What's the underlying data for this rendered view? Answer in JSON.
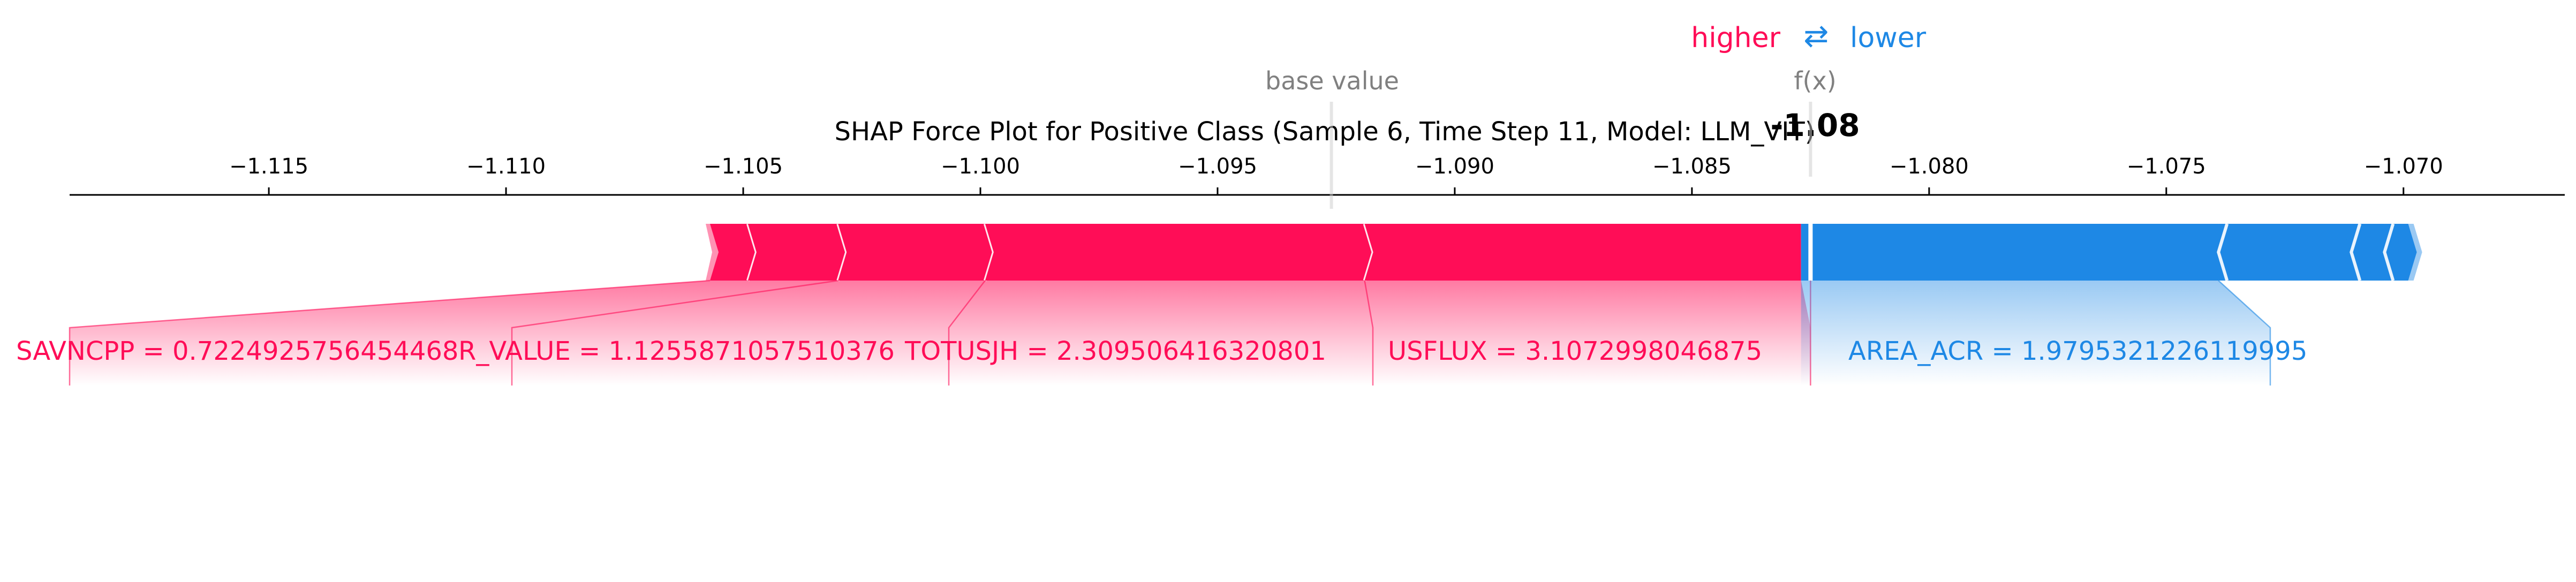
{
  "chart_data": {
    "type": "force",
    "title": "SHAP Force Plot for Positive Class (Sample 6, Time Step 11, Model: LLM_VIT)",
    "legend": {
      "higher": "higher",
      "arrow": "⇄",
      "lower": "lower"
    },
    "base_value_label": "base value",
    "fx_label": "f(x)",
    "fx_value": -1.0825,
    "fx_value_text": "-1.08",
    "base_value": -1.0926,
    "xlim": [
      -1.1192,
      -1.0666
    ],
    "ticks": [
      -1.115,
      -1.11,
      -1.105,
      -1.1,
      -1.095,
      -1.09,
      -1.085,
      -1.08,
      -1.075,
      -1.07
    ],
    "tick_labels": [
      "−1.115",
      "−1.110",
      "−1.105",
      "−1.100",
      "−1.095",
      "−1.090",
      "−1.085",
      "−1.080",
      "−1.075",
      "−1.070"
    ],
    "positive_segments": [
      {
        "start": -1.1057,
        "end": -1.1049
      },
      {
        "start": -1.1049,
        "end": -1.103
      },
      {
        "start": -1.103,
        "end": -1.0999
      },
      {
        "start": -1.0999,
        "end": -1.0919,
        "feature": "TOTUSJH = 2.309506416320801"
      },
      {
        "start": -1.0919,
        "end": -1.0827,
        "feature": "USFLUX = 3.1072998046875"
      }
    ],
    "positive_labels": [
      {
        "text": "SAVNCPP = 0.7224925756454468",
        "start": -1.1057,
        "end": -1.103
      },
      {
        "text": "R_VALUE = 1.1255871057510376",
        "start": -1.103,
        "end": -1.0999
      },
      {
        "text": "TOTUSJH = 2.309506416320801",
        "start": -1.0999,
        "end": -1.0919
      },
      {
        "text": "USFLUX = 3.1072998046875",
        "start": -1.0919,
        "end": -1.0827
      }
    ],
    "negative_segments": [
      {
        "start": -1.0827,
        "end": -1.0739,
        "feature": "AREA_ACR = 1.9795321226119995"
      },
      {
        "start": -1.0739,
        "end": -1.0711
      },
      {
        "start": -1.0711,
        "end": -1.0704
      },
      {
        "start": -1.0704,
        "end": -1.0699
      }
    ],
    "negative_labels": [
      {
        "text": "AREA_ACR = 1.9795321226119995",
        "start": -1.0827,
        "end": -1.0739
      }
    ],
    "colors": {
      "positive": "#ff0d57",
      "negative": "#1e88e5",
      "positive_light": "#ffc3d5",
      "negative_light": "#d1e6fa",
      "text_grey": "#808080",
      "axis": "#000000"
    }
  }
}
